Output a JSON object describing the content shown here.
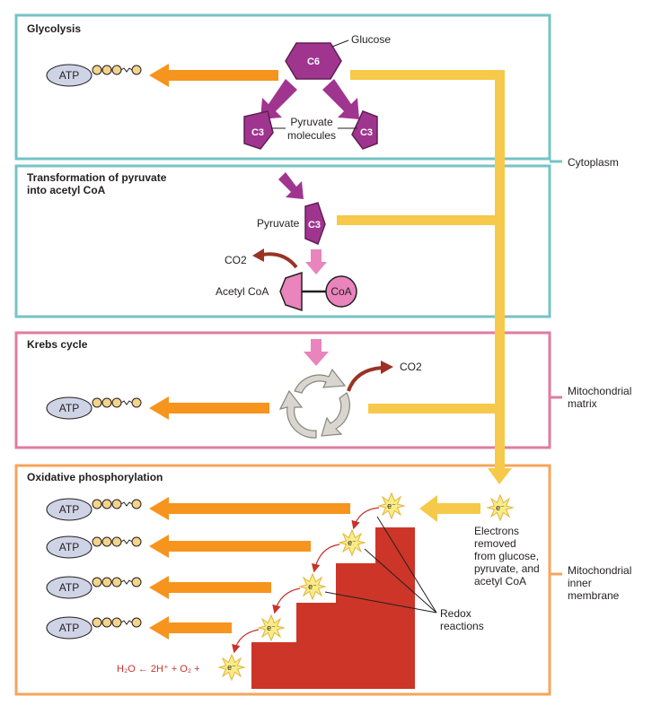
{
  "sections": {
    "glycolysis": "Glycolysis",
    "transformation_line1": "Transformation of pyruvate",
    "transformation_line2": "into acetyl CoA",
    "krebs": "Krebs cycle",
    "oxidative": "Oxidative phosphorylation"
  },
  "regions": {
    "cytoplasm": "Cytoplasm",
    "matrix_line1": "Mitochondrial",
    "matrix_line2": "matrix",
    "inner_line1": "Mitochondrial",
    "inner_line2": "inner",
    "inner_line3": "membrane"
  },
  "molecules": {
    "glucose_label": "Glucose",
    "c6": "C6",
    "c3": "C3",
    "pyruvate_molecules_line1": "Pyruvate",
    "pyruvate_molecules_line2": "molecules",
    "pyruvate": "Pyruvate",
    "acetyl_coa": "Acetyl CoA",
    "coa": "CoA",
    "co2": "CO2"
  },
  "atp": "ATP",
  "electron": "e⁻",
  "electrons_note": [
    "Electrons",
    "removed",
    "from glucose,",
    "pyruvate, and",
    "acetyl CoA"
  ],
  "redox": [
    "Redox",
    "reactions"
  ],
  "water_equation": "H₂O ← 2H⁺ + O₂ +",
  "colors": {
    "teal_border": "#76c3c6",
    "pink_border": "#e07ba0",
    "orange_border": "#f5a55a",
    "orange_arrow": "#f7941d",
    "yellow_arrow": "#f6c94a",
    "purple": "#a0358f",
    "pink_arrow": "#e984bc",
    "brown_arrow": "#9a3324",
    "staircase": "#cc3528",
    "atp_oval": "#cfd3e6"
  }
}
